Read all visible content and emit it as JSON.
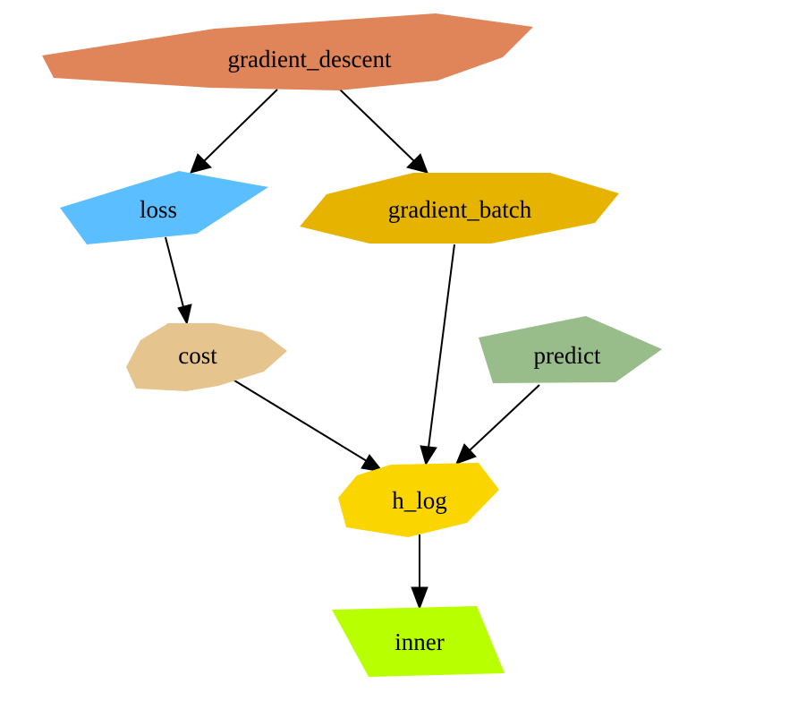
{
  "nodes": {
    "gradient_descent": {
      "label": "gradient_descent",
      "color": "#E0855A"
    },
    "loss": {
      "label": "loss",
      "color": "#5ABEFF"
    },
    "gradient_batch": {
      "label": "gradient_batch",
      "color": "#E6B400"
    },
    "cost": {
      "label": "cost",
      "color": "#E6C48E"
    },
    "predict": {
      "label": "predict",
      "color": "#98BD8A"
    },
    "h_log": {
      "label": "h_log",
      "color": "#FAD500"
    },
    "inner": {
      "label": "inner",
      "color": "#B8FF00"
    }
  },
  "edges": [
    {
      "from": "gradient_descent",
      "to": "loss"
    },
    {
      "from": "gradient_descent",
      "to": "gradient_batch"
    },
    {
      "from": "loss",
      "to": "cost"
    },
    {
      "from": "gradient_batch",
      "to": "h_log"
    },
    {
      "from": "cost",
      "to": "h_log"
    },
    {
      "from": "predict",
      "to": "h_log"
    },
    {
      "from": "h_log",
      "to": "inner"
    }
  ]
}
